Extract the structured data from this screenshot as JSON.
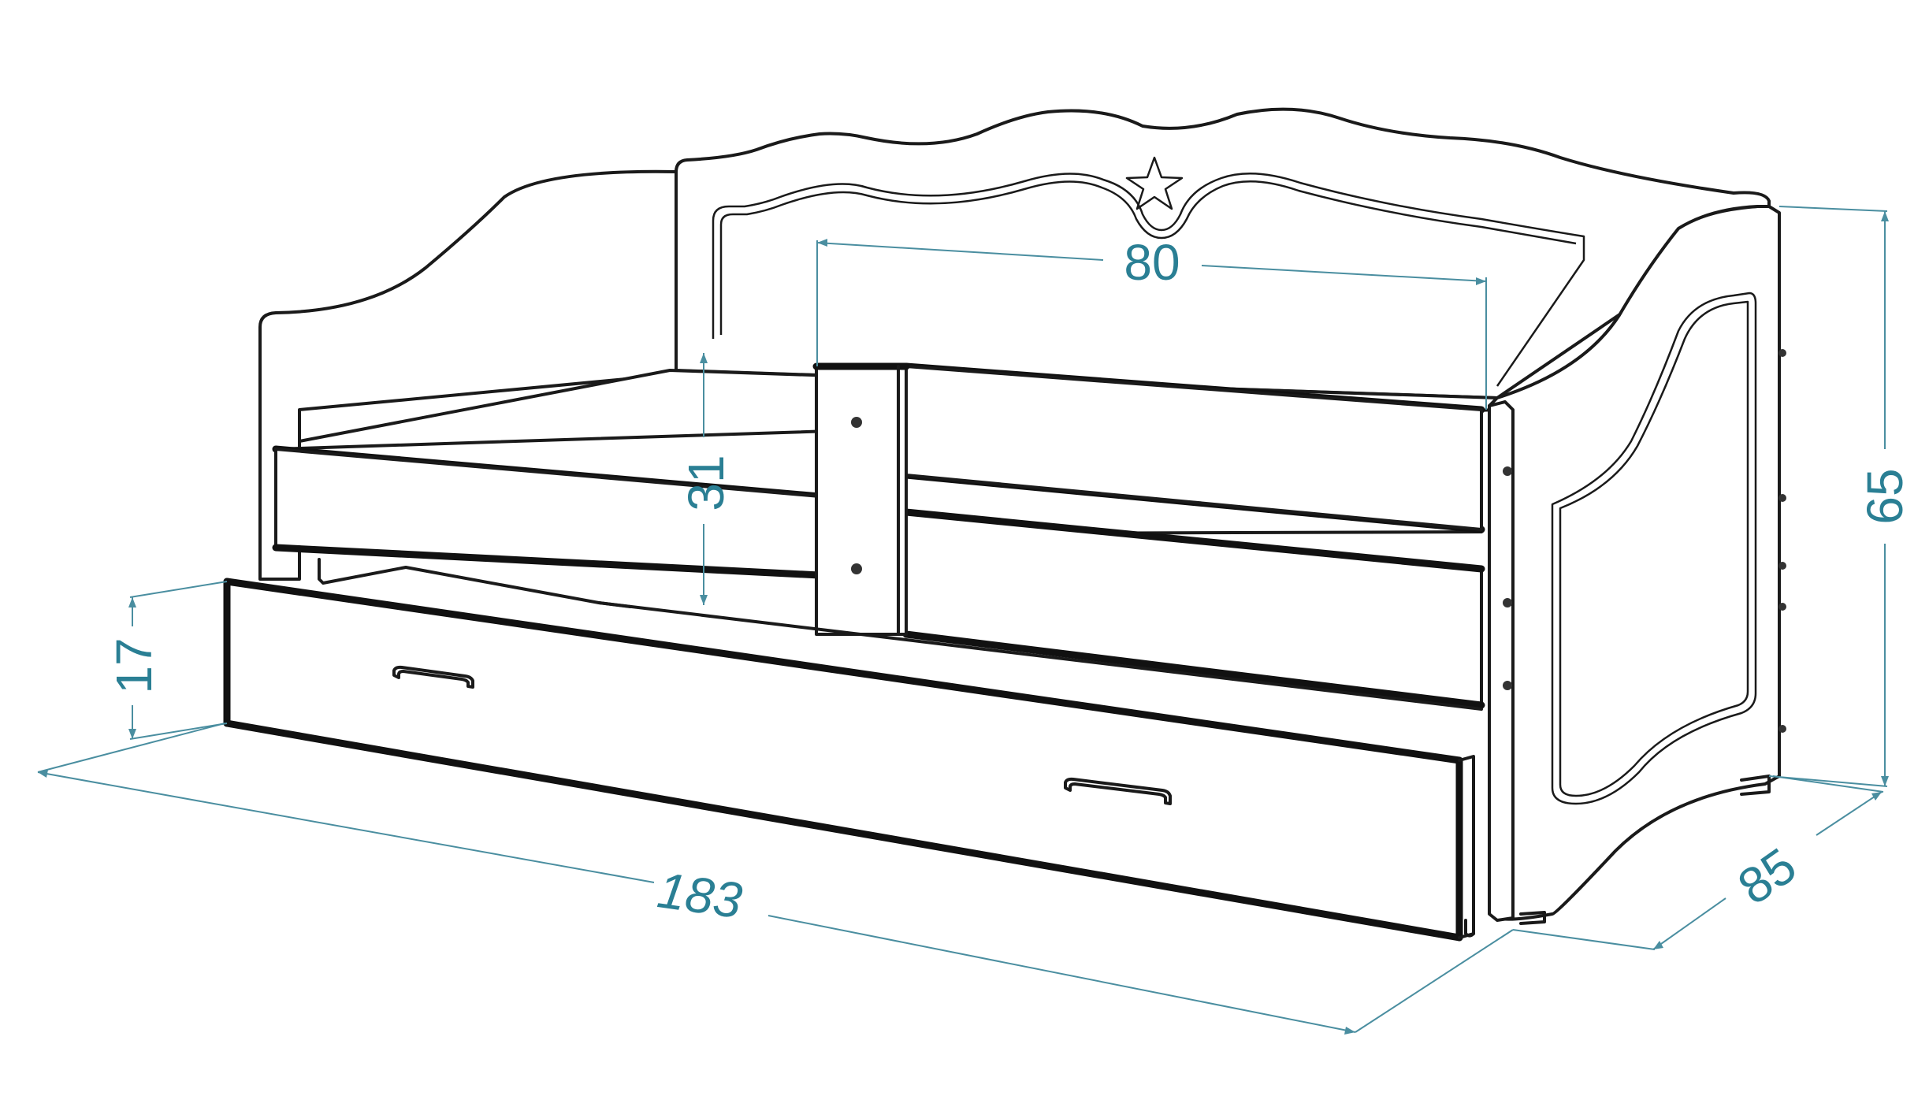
{
  "colors": {
    "dimension": "#2a7f94",
    "outline": "#1a1a1a",
    "background": "#ffffff"
  },
  "dimensions": {
    "width_backrest": "80",
    "guard_height": "31",
    "total_height": "65",
    "drawer_height": "17",
    "length": "183",
    "depth": "85"
  }
}
